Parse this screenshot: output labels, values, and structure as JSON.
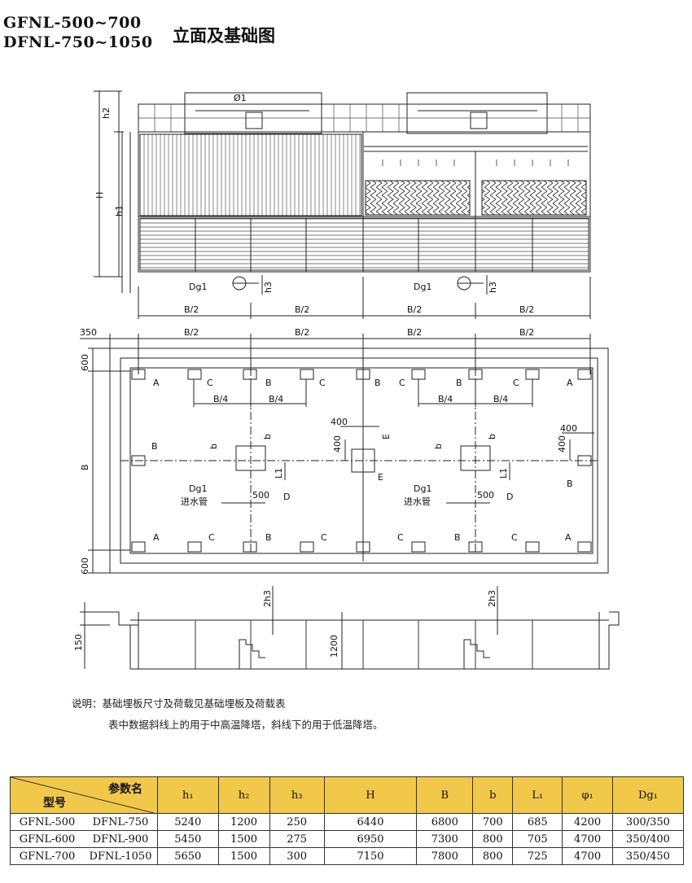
{
  "title": {
    "models": [
      "GFNL-500~700",
      "DFNL-750~1050"
    ],
    "subtitle": "立面及基础图"
  },
  "drawing_labels": {
    "half_width": "B/2",
    "quarter_width": "B/4",
    "phi": "Ø1",
    "h1": "h1",
    "h2": "h2",
    "H": "H",
    "B": "B",
    "b": "b",
    "L1": "L1",
    "h3": "h3",
    "two_h3": "2h3",
    "dg1": "Dg1",
    "inlet": "进水管",
    "pillar_A": "A",
    "pillar_B": "B",
    "pillar_C": "C",
    "D": "D",
    "E": "E",
    "dim_350": "350",
    "dim_600": "600",
    "dim_400": "400",
    "dim_500": "500",
    "dim_150": "150",
    "dim_1200": "1200"
  },
  "notes": {
    "line1": "说明：基础埋板尺寸及荷载见基础埋板及荷载表",
    "line2": "表中数据斜线上的用于中高温降塔，斜线下的用于低温降塔。"
  },
  "table": {
    "corner_param": "参数名",
    "corner_model": "型号",
    "headers": [
      "h₁",
      "h₂",
      "h₃",
      "H",
      "B",
      "b",
      "L₁",
      "φ₁",
      "Dg₁"
    ],
    "rows": [
      {
        "m1": "GFNL-500",
        "m2": "DFNL-750",
        "values": [
          "5240",
          "1200",
          "250",
          "6440",
          "6800",
          "700",
          "685",
          "4200",
          "300/350"
        ]
      },
      {
        "m1": "GFNL-600",
        "m2": "DFNL-900",
        "values": [
          "5450",
          "1500",
          "275",
          "6950",
          "7300",
          "800",
          "705",
          "4700",
          "350/400"
        ]
      },
      {
        "m1": "GFNL-700",
        "m2": "DFNL-1050",
        "values": [
          "5650",
          "1500",
          "300",
          "7150",
          "7800",
          "800",
          "725",
          "4700",
          "350/450"
        ]
      }
    ]
  },
  "colors": {
    "header_fill": "#f1c84a",
    "line": "#333333"
  }
}
